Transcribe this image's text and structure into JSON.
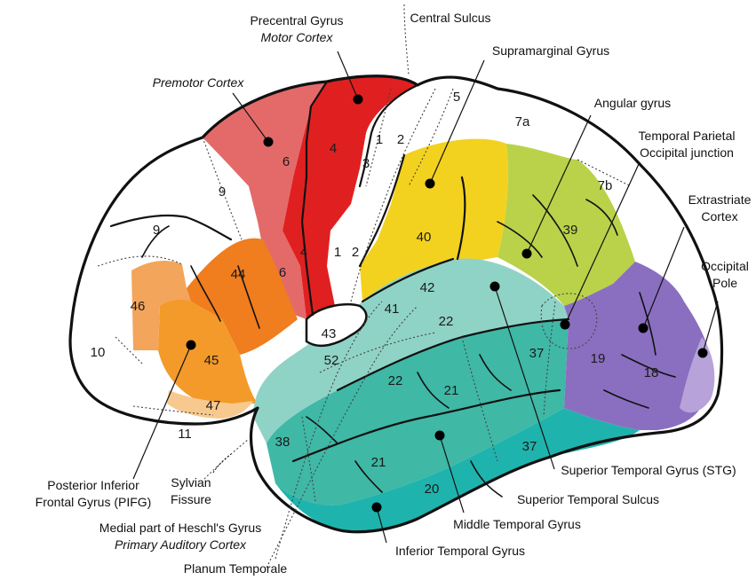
{
  "colors": {
    "premotor": "#e46a6a",
    "motor": "#e02020",
    "prefrontal_white": "#ffffff",
    "area44_orange": "#f07d1e",
    "area45_orange": "#f39a2a",
    "area46_light": "#f3a55c",
    "area47_peach": "#f8c98e",
    "supramarginal_yellow": "#f3d21f",
    "angular_green": "#b9d24a",
    "temporal_light_teal": "#8fd3c6",
    "temporal_teal": "#3fb8a6",
    "temporal_dark_teal": "#1fb3ad",
    "occipital_purple": "#8a6fc0",
    "occipital_pole_light": "#b7a3d9"
  },
  "region_numbers": {
    "r4a": "4",
    "r4b": "4",
    "r6a": "6",
    "r6b": "6",
    "r9a": "9",
    "r9b": "9",
    "r10": "10",
    "r11": "11",
    "r44": "44",
    "r45": "45",
    "r46": "46",
    "r47": "47",
    "r1a": "1",
    "r1b": "1",
    "r2a": "2",
    "r2b": "2",
    "r3": "3",
    "r5": "5",
    "r7a": "7a",
    "r7b": "7b",
    "r40": "40",
    "r39": "39",
    "r19": "19",
    "r18": "18",
    "r41": "41",
    "r42": "42",
    "r43": "43",
    "r52": "52",
    "r22a": "22",
    "r22b": "22",
    "r21a": "21",
    "r21b": "21",
    "r37a": "37",
    "r37b": "37",
    "r38": "38",
    "r20": "20"
  },
  "labels": {
    "precentral_gyrus": "Precentral Gyrus",
    "motor_cortex": "Motor Cortex",
    "central_sulcus": "Central Sulcus",
    "supramarginal_gyrus": "Supramarginal Gyrus",
    "premotor_cortex": "Premotor Cortex",
    "angular_gyrus": "Angular gyrus",
    "tpo_line1": "Temporal Parietal",
    "tpo_line2": "Occipital junction",
    "extrastriate_line1": "Extrastriate",
    "extrastriate_line2": "Cortex",
    "occipital_line1": "Occipital",
    "occipital_line2": "Pole",
    "pifg_line1": "Posterior Inferior",
    "pifg_line2": "Frontal Gyrus (PIFG)",
    "sylvian_line1": "Sylvian",
    "sylvian_line2": "Fissure",
    "stg": "Superior Temporal Gyrus (STG)",
    "sts": "Superior Temporal Sulcus",
    "mtg": "Middle Temporal Gyrus",
    "heschl_line1": "Medial part of Heschl's Gyrus",
    "heschl_line2": "Primary Auditory Cortex",
    "itg": "Inferior Temporal Gyrus",
    "planum": "Planum Temporale"
  }
}
